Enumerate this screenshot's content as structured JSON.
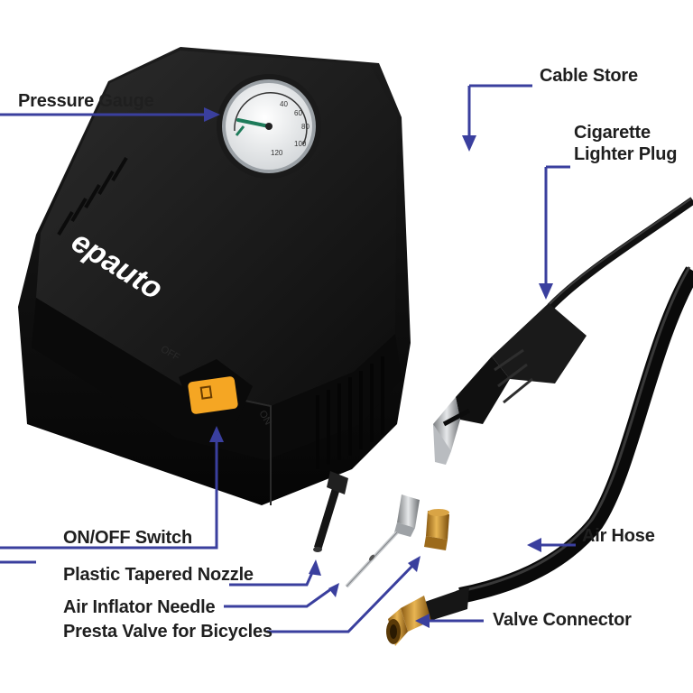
{
  "product": {
    "brand": "epauto",
    "switch_off_mark": "OFF",
    "switch_on_mark": "ON",
    "gauge_marks": [
      "40",
      "60",
      "80",
      "100",
      "120"
    ]
  },
  "labels": {
    "pressure_gauge": "Pressure Gauge",
    "cable_store": "Cable Store",
    "cigarette_line1": "Cigarette",
    "cigarette_line2": "Lighter Plug",
    "on_off_switch": "ON/OFF Switch",
    "air_hose": "Air Hose",
    "plastic_nozzle": "Plastic Tapered Nozzle",
    "inflator_needle": "Air Inflator Needle",
    "valve_connector": "Valve Connector",
    "presta_valve": "Presta Valve for Bicycles"
  },
  "colors": {
    "callout_line": "#3a3f9e",
    "label_text": "#1f1f1f",
    "switch": "#f5a623",
    "body": "#161616",
    "brass": "#c8902e"
  }
}
